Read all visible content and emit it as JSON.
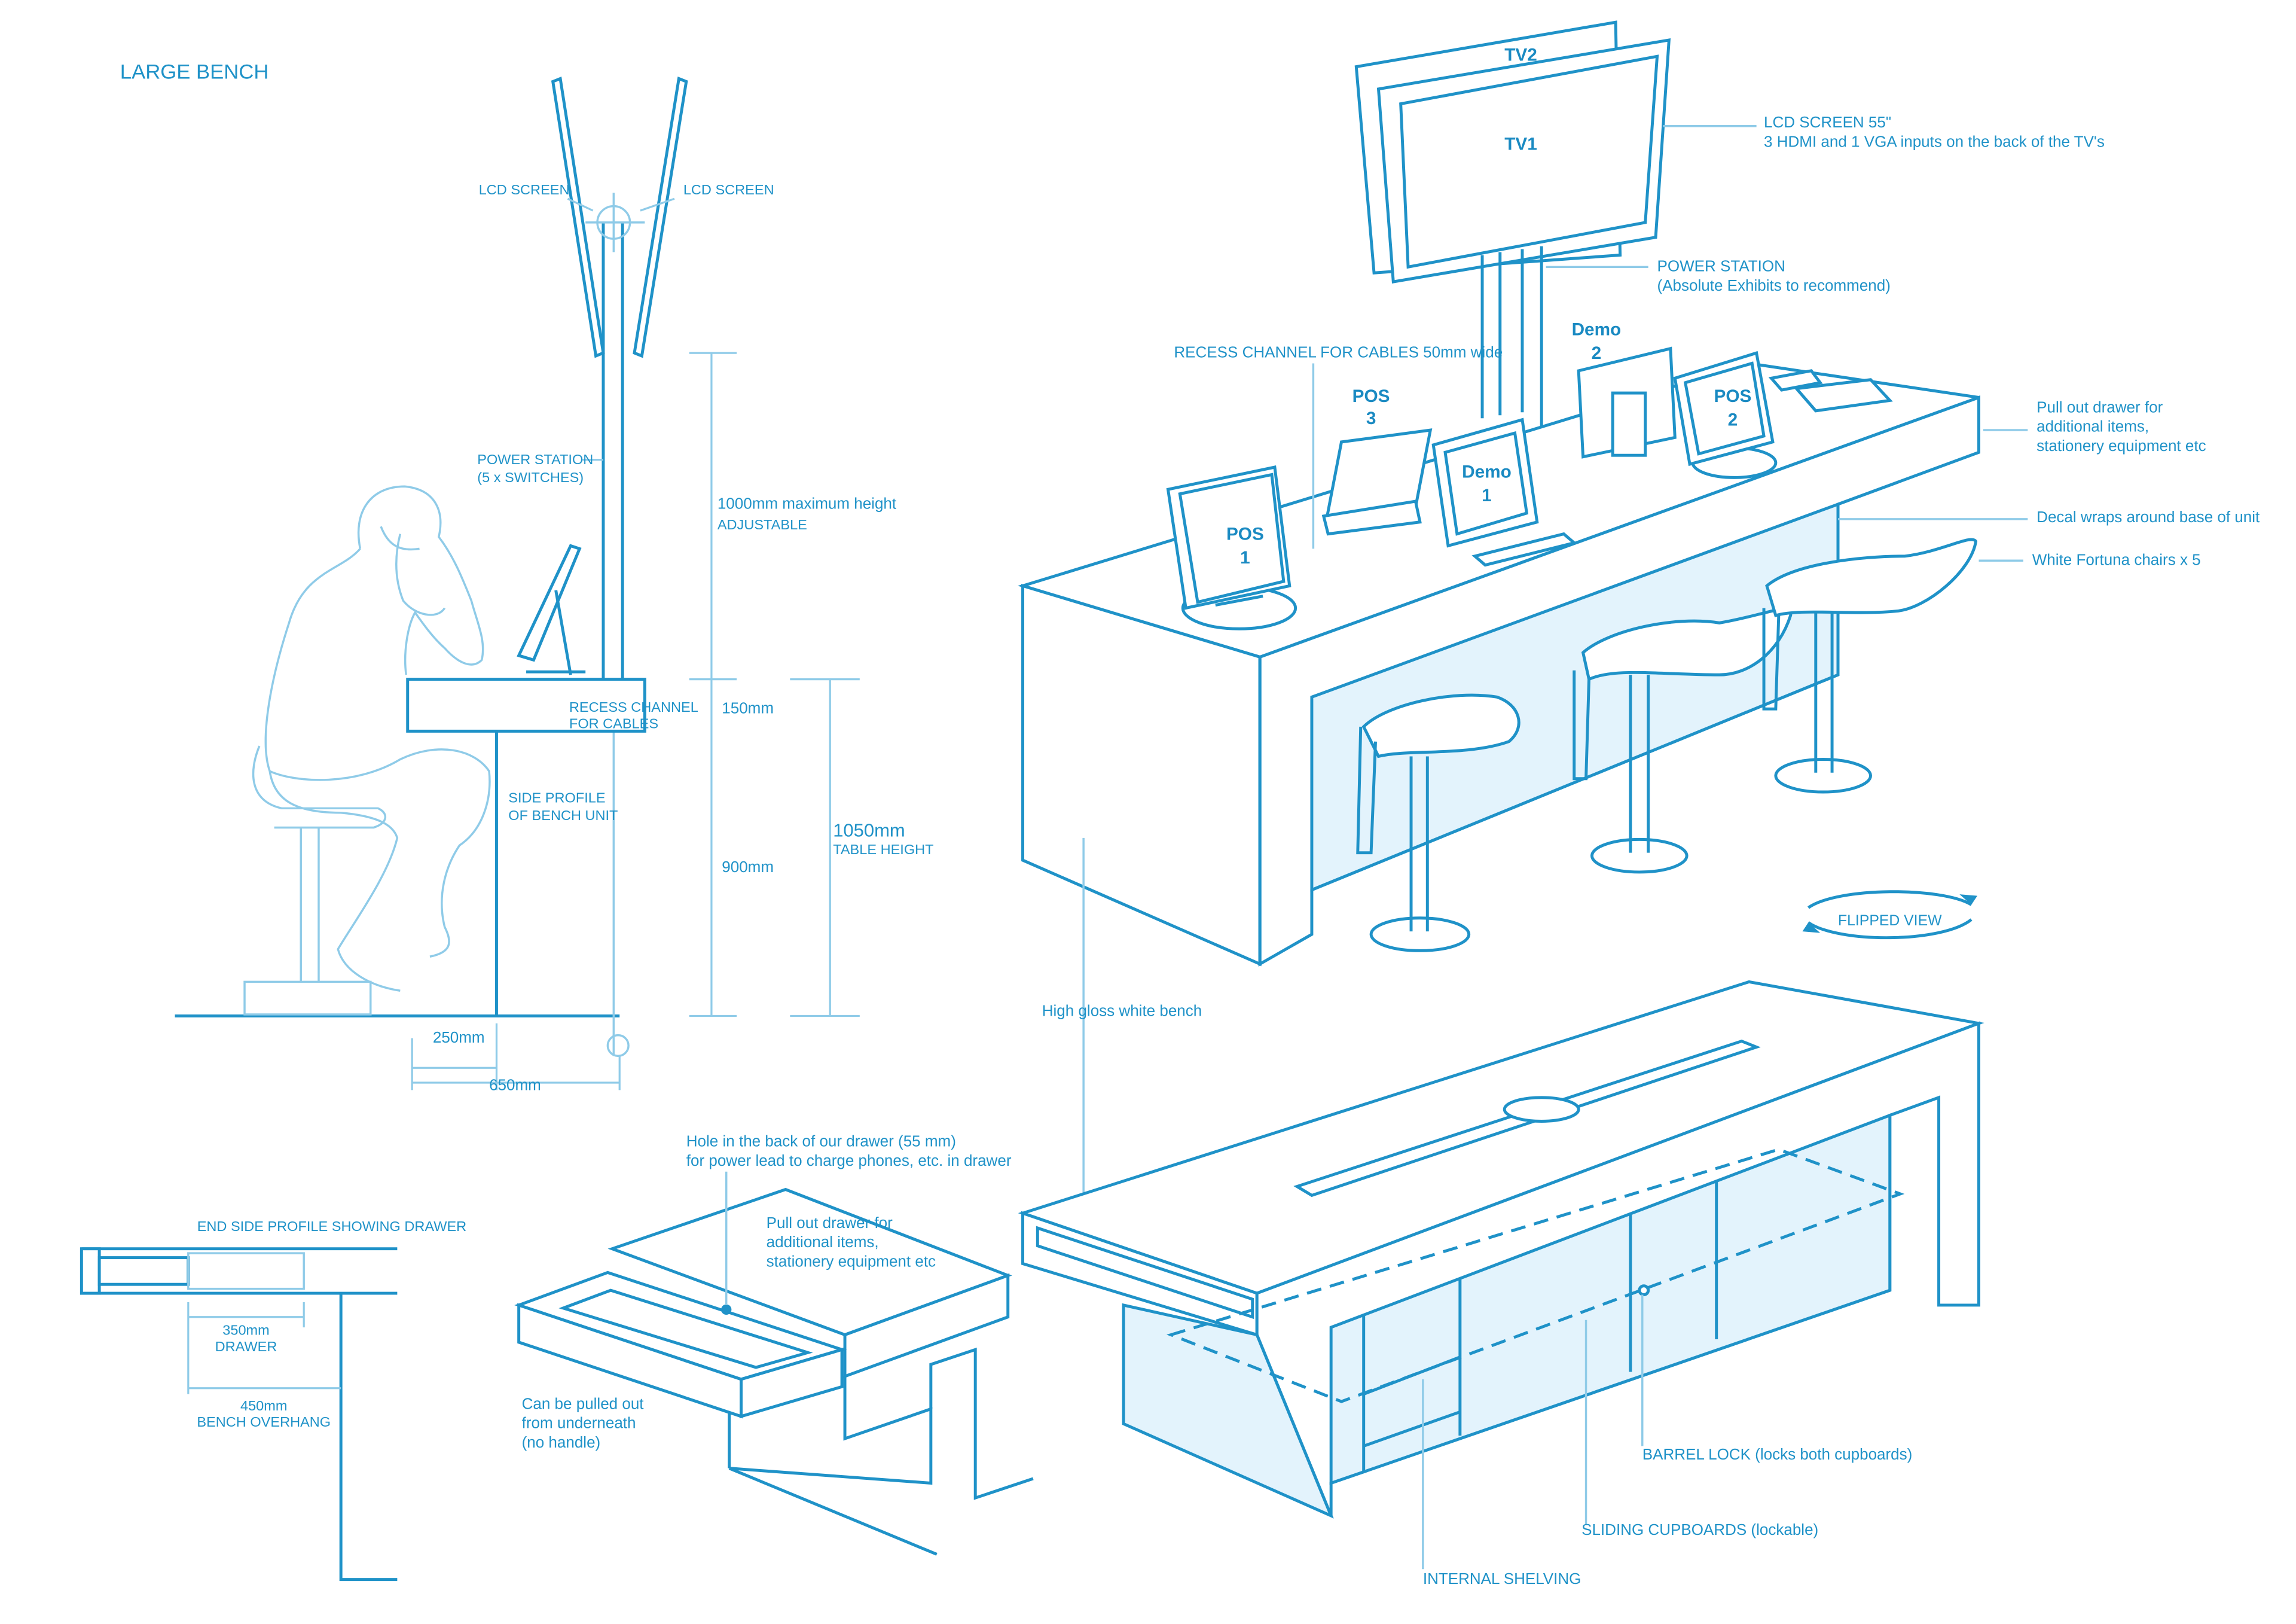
{
  "title": "LARGE BENCH",
  "side_profile": {
    "lcd_screen_left": "LCD SCREEN",
    "lcd_screen_right": "LCD SCREEN",
    "power_station": [
      "POWER STATION",
      "(5 x SWITCHES)"
    ],
    "max_height": [
      "1000mm maximum height",
      "ADJUSTABLE"
    ],
    "recess_channel": [
      "RECESS CHANNEL",
      "FOR CABLES"
    ],
    "dim_150": "150mm",
    "side_profile_label": [
      "SIDE PROFILE",
      "OF BENCH UNIT"
    ],
    "table_height": "1050mm",
    "table_height_label": "TABLE HEIGHT",
    "dim_900": "900mm",
    "dim_250": "250mm",
    "dim_650": "650mm"
  },
  "perspective": {
    "tv2": "TV2",
    "tv1": "TV1",
    "lcd_screen": [
      "LCD SCREEN 55\"",
      "3 HDMI and 1 VGA inputs on the back of the TV's"
    ],
    "power_station": [
      "POWER STATION",
      "(Absolute Exhibits to recommend)"
    ],
    "recess_channel": "RECESS CHANNEL FOR CABLES 50mm wide",
    "demo2": [
      "Demo",
      "2"
    ],
    "pos3": [
      "POS",
      "3"
    ],
    "demo1": [
      "Demo",
      "1"
    ],
    "pos2": [
      "POS",
      "2"
    ],
    "pos1": [
      "POS",
      "1"
    ],
    "pull_out_drawer": [
      "Pull out drawer for",
      "additional items,",
      "stationery equipment etc"
    ],
    "decal": "Decal wraps around base of unit",
    "chairs": "White Fortuna chairs x 5",
    "flipped_view": "FLIPPED VIEW"
  },
  "flipped": {
    "high_gloss": "High gloss white bench",
    "barrel_lock": "BARREL LOCK (locks both cupboards)",
    "sliding_cupboards": "SLIDING CUPBOARDS (lockable)",
    "internal_shelving": "INTERNAL SHELVING"
  },
  "drawer_profile": {
    "title": "END SIDE PROFILE SHOWING DRAWER",
    "dim_350": "350mm",
    "drawer_label": "DRAWER",
    "dim_450": "450mm",
    "overhang_label": "BENCH OVERHANG"
  },
  "drawer_detail": {
    "hole": [
      "Hole in the back of our drawer (55 mm)",
      "for power lead to charge phones, etc. in drawer"
    ],
    "pull_out": [
      "Pull out drawer for",
      "additional items,",
      "stationery equipment etc"
    ],
    "pulled_out": [
      "Can be pulled out",
      "from underneath",
      "(no handle)"
    ]
  }
}
